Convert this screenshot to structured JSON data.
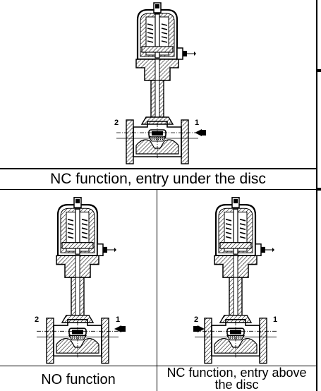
{
  "figures": [
    {
      "caption": "NC function, entry under the disc",
      "port_left": "2",
      "port_right": "1",
      "entry_side": "right"
    },
    {
      "caption": "NO function",
      "port_left": "2",
      "port_right": "1",
      "entry_side": "right"
    },
    {
      "caption": "NC function, entry above the disc",
      "port_left": "2",
      "port_right": "1",
      "entry_side": "left"
    }
  ]
}
